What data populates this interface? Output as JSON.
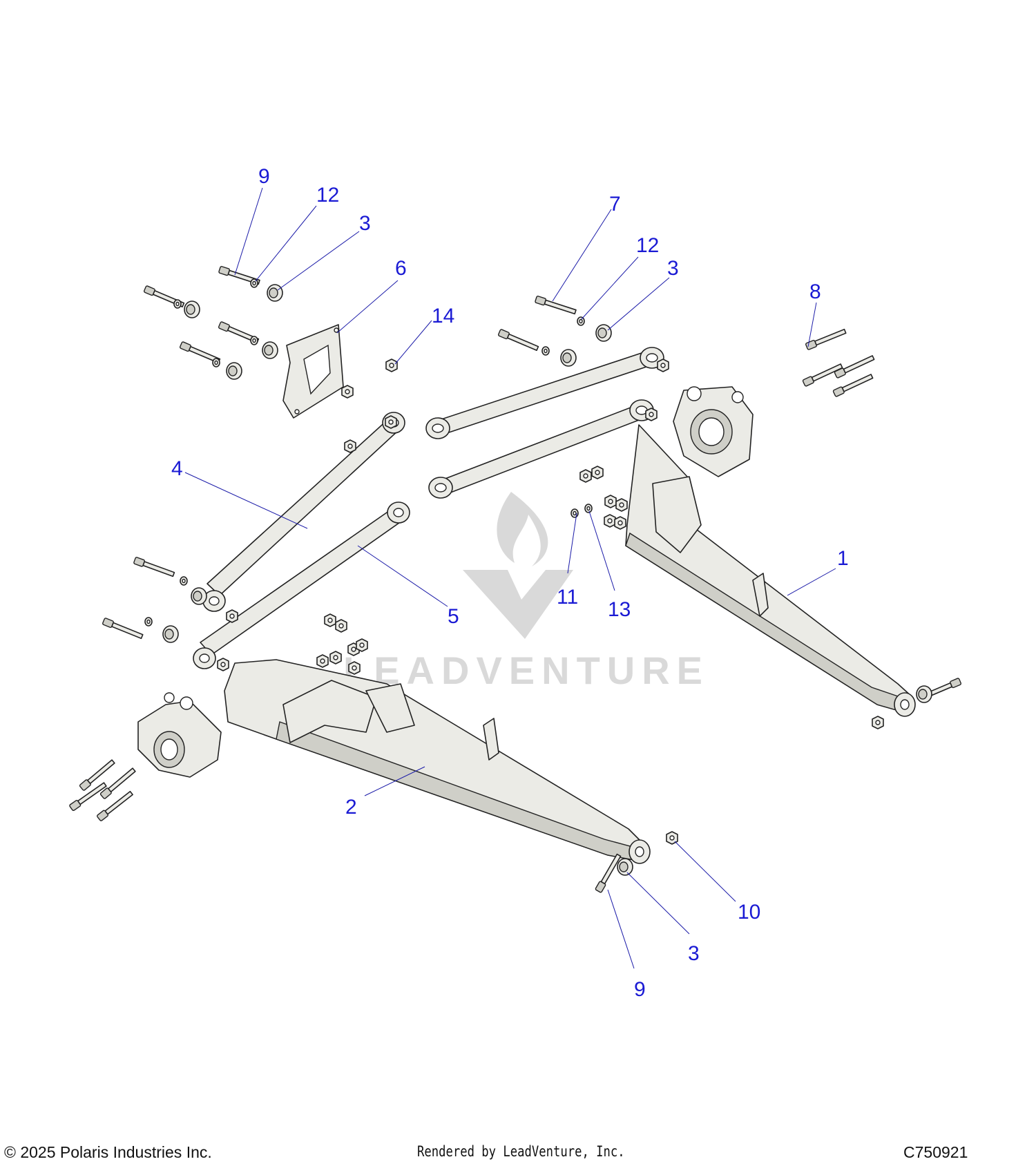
{
  "footer": {
    "copyright": "© 2025 Polaris Industries Inc.",
    "rendered_by": "Rendered by LeadVenture, Inc.",
    "drawing_id": "C750921"
  },
  "watermark": {
    "text": "LEADVENTURE",
    "icon": "flame-v-logo-icon"
  },
  "callouts": [
    {
      "id": "c9-top",
      "label": "9"
    },
    {
      "id": "c12-left",
      "label": "12"
    },
    {
      "id": "c3-left",
      "label": "3"
    },
    {
      "id": "c6",
      "label": "6"
    },
    {
      "id": "c14",
      "label": "14"
    },
    {
      "id": "c7",
      "label": "7"
    },
    {
      "id": "c12-right",
      "label": "12"
    },
    {
      "id": "c3-right",
      "label": "3"
    },
    {
      "id": "c8",
      "label": "8"
    },
    {
      "id": "c4",
      "label": "4"
    },
    {
      "id": "c5",
      "label": "5"
    },
    {
      "id": "c11",
      "label": "11"
    },
    {
      "id": "c13",
      "label": "13"
    },
    {
      "id": "c1",
      "label": "1"
    },
    {
      "id": "c2",
      "label": "2"
    },
    {
      "id": "c10",
      "label": "10"
    },
    {
      "id": "c3-bottom",
      "label": "3"
    },
    {
      "id": "c9-bottom",
      "label": "9"
    }
  ]
}
